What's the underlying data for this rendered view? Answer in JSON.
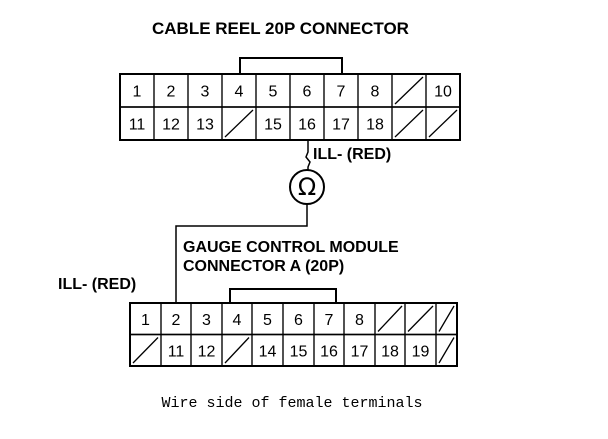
{
  "top_connector": {
    "title": "CABLE REEL 20P CONNECTOR",
    "row1": [
      "1",
      "2",
      "3",
      "4",
      "5",
      "6",
      "7",
      "8",
      "",
      "10"
    ],
    "row2": [
      "11",
      "12",
      "13",
      "",
      "15",
      "16",
      "17",
      "18",
      "",
      ""
    ],
    "wire_label": "ILL- (RED)"
  },
  "meter": {
    "symbol": "Ω",
    "icon": "ohmmeter-icon"
  },
  "bottom_connector": {
    "title_line1": "GAUGE CONTROL MODULE",
    "title_line2": "CONNECTOR A (20P)",
    "wire_label": "ILL- (RED)",
    "row1": [
      "1",
      "2",
      "3",
      "4",
      "5",
      "6",
      "7",
      "8",
      "",
      "",
      ""
    ],
    "row2": [
      "",
      "11",
      "12",
      "",
      "14",
      "15",
      "16",
      "17",
      "18",
      "19",
      ""
    ]
  },
  "caption": "Wire side of female terminals"
}
